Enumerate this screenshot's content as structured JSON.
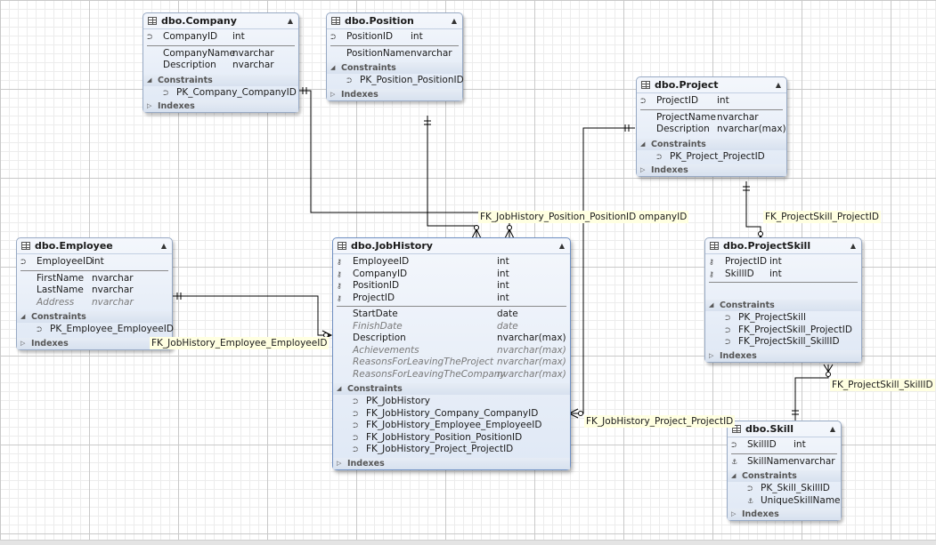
{
  "tables": {
    "company": {
      "title": "dbo.Company",
      "collapse_icon": "chevron-up-icon",
      "pk_columns": [
        {
          "name": "CompanyID",
          "type": "int"
        }
      ],
      "columns": [
        {
          "name": "CompanyName",
          "type": "nvarchar"
        },
        {
          "name": "Description",
          "type": "nvarchar"
        }
      ],
      "constraints_label": "Constraints",
      "constraints": [
        "PK_Company_CompanyID"
      ],
      "indexes_label": "Indexes"
    },
    "position": {
      "title": "dbo.Position",
      "collapse_icon": "chevron-up-icon",
      "pk_columns": [
        {
          "name": "PositionID",
          "type": "int"
        }
      ],
      "columns": [
        {
          "name": "PositionName",
          "type": "nvarchar"
        }
      ],
      "constraints_label": "Constraints",
      "constraints": [
        "PK_Position_PositionID"
      ],
      "indexes_label": "Indexes"
    },
    "project": {
      "title": "dbo.Project",
      "collapse_icon": "chevron-up-icon",
      "pk_columns": [
        {
          "name": "ProjectID",
          "type": "int"
        }
      ],
      "columns": [
        {
          "name": "ProjectName",
          "type": "nvarchar"
        },
        {
          "name": "Description",
          "type": "nvarchar(max)"
        }
      ],
      "constraints_label": "Constraints",
      "constraints": [
        "PK_Project_ProjectID"
      ],
      "indexes_label": "Indexes"
    },
    "employee": {
      "title": "dbo.Employee",
      "collapse_icon": "chevron-up-icon",
      "pk_columns": [
        {
          "name": "EmployeeID",
          "type": "int"
        }
      ],
      "columns": [
        {
          "name": "FirstName",
          "type": "nvarchar"
        },
        {
          "name": "LastName",
          "type": "nvarchar"
        },
        {
          "name": "Address",
          "type": "nvarchar",
          "nullable": true
        }
      ],
      "constraints_label": "Constraints",
      "constraints": [
        "PK_Employee_EmployeeID"
      ],
      "indexes_label": "Indexes"
    },
    "jobhistory": {
      "title": "dbo.JobHistory",
      "collapse_icon": "chevron-up-icon",
      "pk_columns": [
        {
          "name": "EmployeeID",
          "type": "int"
        },
        {
          "name": "CompanyID",
          "type": "int"
        },
        {
          "name": "PositionID",
          "type": "int"
        },
        {
          "name": "ProjectID",
          "type": "int"
        }
      ],
      "columns": [
        {
          "name": "StartDate",
          "type": "date"
        },
        {
          "name": "FinishDate",
          "type": "date",
          "nullable": true
        },
        {
          "name": "Description",
          "type": "nvarchar(max)"
        },
        {
          "name": "Achievements",
          "type": "nvarchar(max)",
          "nullable": true
        },
        {
          "name": "ReasonsForLeavingTheProject",
          "type": "nvarchar(max)",
          "nullable": true
        },
        {
          "name": "ReasonsForLeavingTheCompany",
          "type": "nvarchar(max)",
          "nullable": true
        }
      ],
      "constraints_label": "Constraints",
      "constraints": [
        "PK_JobHistory",
        "FK_JobHistory_Company_CompanyID",
        "FK_JobHistory_Employee_EmployeeID",
        "FK_JobHistory_Position_PositionID",
        "FK_JobHistory_Project_ProjectID"
      ],
      "indexes_label": "Indexes"
    },
    "projectskill": {
      "title": "dbo.ProjectSkill",
      "collapse_icon": "chevron-up-icon",
      "pk_columns": [
        {
          "name": "ProjectID",
          "type": "int"
        },
        {
          "name": "SkillID",
          "type": "int"
        }
      ],
      "columns": [],
      "constraints_label": "Constraints",
      "constraints": [
        "PK_ProjectSkill",
        "FK_ProjectSkill_ProjectID",
        "FK_ProjectSkill_SkillID"
      ],
      "indexes_label": "Indexes"
    },
    "skill": {
      "title": "dbo.Skill",
      "collapse_icon": "chevron-up-icon",
      "pk_columns": [
        {
          "name": "SkillID",
          "type": "int"
        }
      ],
      "columns": [
        {
          "name": "SkillName",
          "type": "nvarchar",
          "unique": true
        }
      ],
      "constraints_label": "Constraints",
      "constraints": [
        "PK_Skill_SkillID",
        "UniqueSkillName"
      ],
      "indexes_label": "Indexes"
    }
  },
  "relationships": [
    {
      "label": "FK_JobHistory_Position_PositionID ompanyID"
    },
    {
      "label": "FK_JobHistory_Employee_EmployeeID"
    },
    {
      "label": "FK_JobHistory_Project_ProjectID"
    },
    {
      "label": "FK_ProjectSkill_ProjectID"
    },
    {
      "label": "FK_ProjectSkill_SkillID"
    }
  ]
}
